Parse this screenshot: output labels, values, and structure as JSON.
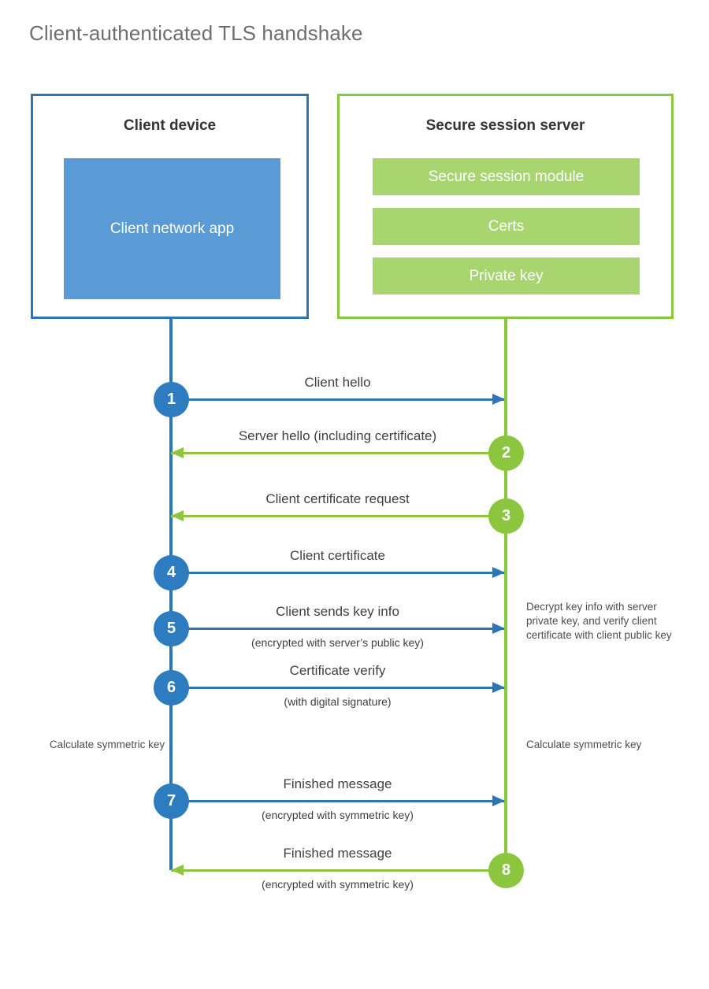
{
  "title": "Client-authenticated TLS handshake",
  "colors": {
    "client_border": "#2e75b6",
    "client_fill": "#5b9bd5",
    "server_border": "#8cc63f",
    "server_fill": "#a9d571",
    "client_circle": "#2e7cc0",
    "server_circle": "#8cc63f",
    "title_text": "#6d6e71",
    "body_text": "#404040"
  },
  "participants": {
    "client": {
      "title": "Client device",
      "blocks": [
        {
          "label": "Client network app"
        }
      ]
    },
    "server": {
      "title": "Secure session server",
      "blocks": [
        {
          "label": "Secure session module"
        },
        {
          "label": "Certs"
        },
        {
          "label": "Private key"
        }
      ]
    }
  },
  "steps": [
    {
      "number": "1",
      "label": "Client hello",
      "sublabel": "",
      "direction": "client-to-server",
      "origin": "client"
    },
    {
      "number": "2",
      "label": "Server hello (including certificate)",
      "sublabel": "",
      "direction": "server-to-client",
      "origin": "server"
    },
    {
      "number": "3",
      "label": "Client certificate request",
      "sublabel": "",
      "direction": "server-to-client",
      "origin": "server"
    },
    {
      "number": "4",
      "label": "Client certificate",
      "sublabel": "",
      "direction": "client-to-server",
      "origin": "client"
    },
    {
      "number": "5",
      "label": "Client sends key info",
      "sublabel": "(encrypted with server’s public key)",
      "direction": "client-to-server",
      "origin": "client"
    },
    {
      "number": "6",
      "label": "Certificate verify",
      "sublabel": "(with digital signature)",
      "direction": "client-to-server",
      "origin": "client"
    },
    {
      "number": "7",
      "label": "Finished message",
      "sublabel": "(encrypted with symmetric key)",
      "direction": "client-to-server",
      "origin": "client"
    },
    {
      "number": "8",
      "label": "Finished message",
      "sublabel": "(encrypted with symmetric key)",
      "direction": "server-to-client",
      "origin": "server"
    }
  ],
  "notes": {
    "server_decrypt": "Decrypt key info with server private key, and verify client certificate with client public key",
    "client_calculate": "Calculate symmetric key",
    "server_calculate": "Calculate symmetric key"
  }
}
